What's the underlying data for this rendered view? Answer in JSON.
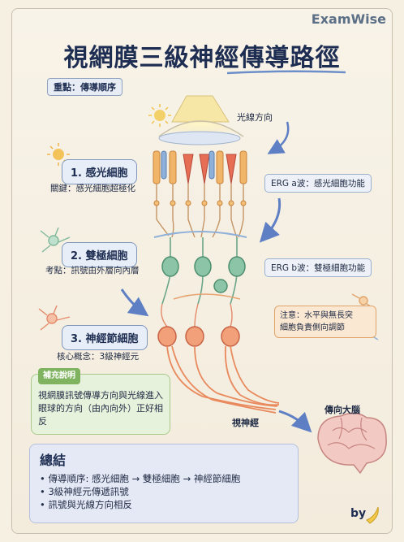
{
  "brand": "ExamWise",
  "title": "視網膜三級神經傳導路徑",
  "tag_order": "重點：傳導順序",
  "light_direction": "光線方向",
  "steps": [
    {
      "label": "1. 感光細胞",
      "note": "關鍵：感光細胞超極化"
    },
    {
      "label": "2. 雙極細胞",
      "note": "考點：訊號由外層向內層"
    },
    {
      "label": "3. 神經節細胞",
      "note": "核心概念：3級神經元"
    }
  ],
  "erg_a": "ERG a波：感光細胞功能",
  "erg_b": "ERG b波：雙極細胞功能",
  "attention": [
    "注意：水平與無長突",
    "細胞負責側向調節"
  ],
  "supplement": {
    "tag": "補充說明",
    "text": "視網膜訊號傳導方向與光線進入眼球的方向（由內向外）正好相反"
  },
  "optic_nerve": "視神經",
  "to_brain": "傳向大腦",
  "summary": {
    "title": "總結",
    "items": [
      "• 傳導順序: 感光細胞 → 雙極細胞 → 神經節細胞",
      "• 3級神經元傳遞訊號",
      "• 訊號與光線方向相反"
    ]
  },
  "by": "by",
  "colors": {
    "navy": "#1e2d52",
    "rod": "#e9a24a",
    "cone": "#e2674f",
    "bipolar": "#7fb79a",
    "ganglion": "#ea8a5e",
    "arrow": "#5e7fc4"
  },
  "icons": [
    "sun-icon",
    "light-beam-icon",
    "neuron-icon",
    "brain-icon",
    "arrow-icon",
    "banana-icon"
  ]
}
